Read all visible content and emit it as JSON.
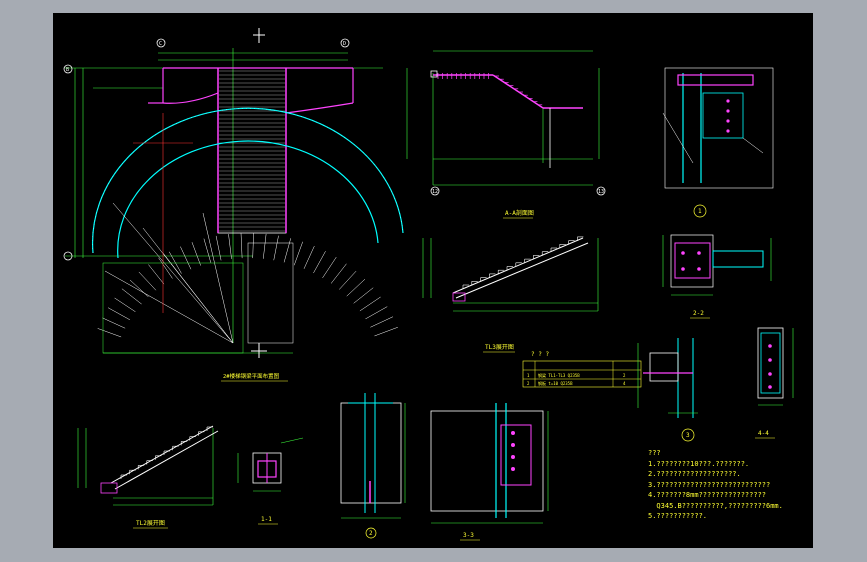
{
  "titles": {
    "plan": "2#楼梯钢梁平面布置图",
    "elevation_a": "A-A剖面图",
    "tl3": "TL3展开图",
    "tl2": "TL2展开图",
    "sec_1_1": "1-1",
    "sec_2_2": "2-2",
    "sec_3_3": "3-3",
    "sec_4_4": "4-4",
    "detail_1": "1",
    "detail_2": "2",
    "detail_3": "3"
  },
  "axis_bubbles": {
    "grid_c": "C",
    "grid_d": "D",
    "grid_b": "B",
    "grid_12": "12",
    "grid_13": "13"
  },
  "table": {
    "header": "? ? ?",
    "rows": [
      [
        "1",
        "钢梁  TL1-TL3  Q235B",
        "2"
      ],
      [
        "2",
        "钢板  t=10  Q235B",
        "4"
      ]
    ]
  },
  "notes": {
    "heading": "???",
    "lines": [
      "1.????????10???.???????.",
      "2.???????????????????.",
      "3.???????????????????????????",
      "4.???????8mm????????????????",
      "  Q345.B??????????,?????????6mm.",
      "5.???????????."
    ]
  },
  "colors": {
    "background": "#000000",
    "frame": "#a6abb3",
    "dimension": "#3cff3c",
    "steel": "#ff44ff",
    "stair": "#ffffff",
    "axis": "#ff3333",
    "text": "#ffff33",
    "cyan": "#00ffff"
  }
}
